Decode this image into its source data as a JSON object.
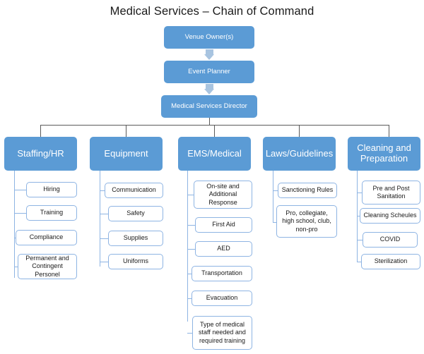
{
  "title": "Medical Services – Chain of Command",
  "colors": {
    "node_fill": "#5B9BD5",
    "node_text": "#FFFFFF",
    "leaf_border": "#8EB4E3",
    "leaf_fill": "#FFFFFF",
    "leaf_text": "#1A1A1A",
    "arrow": "#A8C4E0",
    "connector_line": "#5A5A5A",
    "background": "#FFFFFF"
  },
  "chart_data": {
    "type": "diagram",
    "diagram_type": "organizational-chart",
    "title": "Medical Services – Chain of Command",
    "chain_of_command": [
      {
        "label": "Venue Owner(s)"
      },
      {
        "label": "Event Planner"
      },
      {
        "label": "Medical Services Director"
      }
    ],
    "departments": [
      {
        "label": "Staffing/HR",
        "items": [
          "Hiring",
          "Training",
          "Compliance",
          "Permanent and Contingent Personel"
        ]
      },
      {
        "label": "Equipment",
        "items": [
          "Communication",
          "Safety",
          "Supplies",
          "Uniforms"
        ]
      },
      {
        "label": "EMS/Medical",
        "items": [
          "On-site and Additional Response",
          "First Aid",
          "AED",
          "Transportation",
          "Evacuation",
          "Type of medical staff needed and required training"
        ]
      },
      {
        "label": "Laws/Guidelines",
        "items": [
          "Sanctioning Rules",
          "Pro, collegiate, high school, club, non-pro"
        ]
      },
      {
        "label": "Cleaning and Preparation",
        "items": [
          "Pre and Post Sanitation",
          "Cleaning Scheules",
          "COVID",
          "Sterilization"
        ]
      }
    ]
  }
}
